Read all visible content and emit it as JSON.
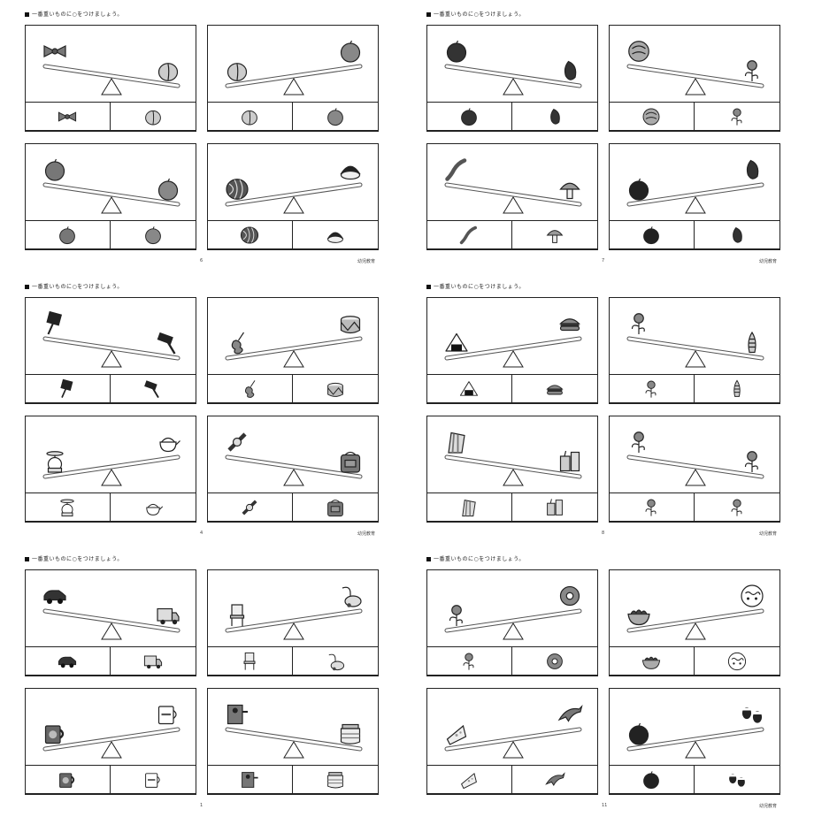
{
  "instruction": "一番重いものに○をつけましょう。",
  "publisher": "幼児教育",
  "sheets": [
    {
      "page_number": "6",
      "show_publisher": true,
      "puzzles": [
        {
          "heavy": "pear",
          "light": "bow-ribbon",
          "answers": [
            "bow-ribbon",
            "pear"
          ]
        },
        {
          "heavy": "peach",
          "light": "apple",
          "answers": [
            "peach",
            "apple"
          ]
        },
        {
          "heavy": "apple",
          "light": "persimmon",
          "answers": [
            "persimmon",
            "apple"
          ]
        },
        {
          "heavy": "watermelon",
          "light": "chestnut",
          "answers": [
            "watermelon",
            "chestnut"
          ]
        }
      ]
    },
    {
      "page_number": "7",
      "show_publisher": true,
      "puzzles": [
        {
          "heavy": "pepper",
          "light": "pumpkin",
          "answers": [
            "pumpkin",
            "pepper"
          ]
        },
        {
          "heavy": "flower",
          "light": "cabbage",
          "answers": [
            "cabbage",
            "flower"
          ]
        },
        {
          "heavy": "mushroom",
          "light": "bean-pod",
          "answers": [
            "bean-pod",
            "mushroom"
          ]
        },
        {
          "heavy": "tomato",
          "light": "eggplant",
          "answers": [
            "tomato",
            "eggplant"
          ]
        }
      ]
    },
    {
      "page_number": "4",
      "show_publisher": true,
      "puzzles": [
        {
          "heavy": "hammer",
          "light": "tape",
          "answers": [
            "tape",
            "hammer"
          ]
        },
        {
          "heavy": "violin",
          "light": "drum",
          "answers": [
            "violin",
            "drum"
          ]
        },
        {
          "heavy": "scale",
          "light": "kettle",
          "answers": [
            "scale",
            "kettle"
          ]
        },
        {
          "heavy": "school-bag",
          "light": "watch",
          "answers": [
            "watch",
            "school-bag"
          ]
        }
      ]
    },
    {
      "page_number": "8",
      "show_publisher": true,
      "puzzles": [
        {
          "heavy": "rice-ball",
          "light": "burger",
          "answers": [
            "rice-ball",
            "burger"
          ]
        },
        {
          "heavy": "corn",
          "light": "tulip",
          "answers": [
            "tulip",
            "corn"
          ]
        },
        {
          "heavy": "juice-cup",
          "light": "sandwich",
          "answers": [
            "sandwich",
            "juice-cup"
          ]
        },
        {
          "heavy": "lily",
          "light": "rose",
          "answers": [
            "rose",
            "lily"
          ]
        }
      ]
    },
    {
      "page_number": "1",
      "show_publisher": false,
      "puzzles": [
        {
          "heavy": "truck",
          "light": "car",
          "answers": [
            "car",
            "truck"
          ]
        },
        {
          "heavy": "chair",
          "light": "vacuum",
          "answers": [
            "chair",
            "vacuum"
          ]
        },
        {
          "heavy": "mug",
          "light": "cup",
          "answers": [
            "mug",
            "cup"
          ]
        },
        {
          "heavy": "jar",
          "light": "sharpener",
          "answers": [
            "sharpener",
            "jar"
          ]
        }
      ]
    },
    {
      "page_number": "11",
      "show_publisher": true,
      "puzzles": [
        {
          "heavy": "flower",
          "light": "donut",
          "answers": [
            "flower",
            "donut"
          ]
        },
        {
          "heavy": "salad-bowl",
          "light": "noodle-bowl",
          "answers": [
            "salad-bowl",
            "noodle-bowl"
          ]
        },
        {
          "heavy": "cheese",
          "light": "dolphin",
          "answers": [
            "cheese",
            "dolphin"
          ]
        },
        {
          "heavy": "dark-ball",
          "light": "acorns",
          "answers": [
            "dark-ball",
            "acorns"
          ]
        }
      ]
    }
  ]
}
